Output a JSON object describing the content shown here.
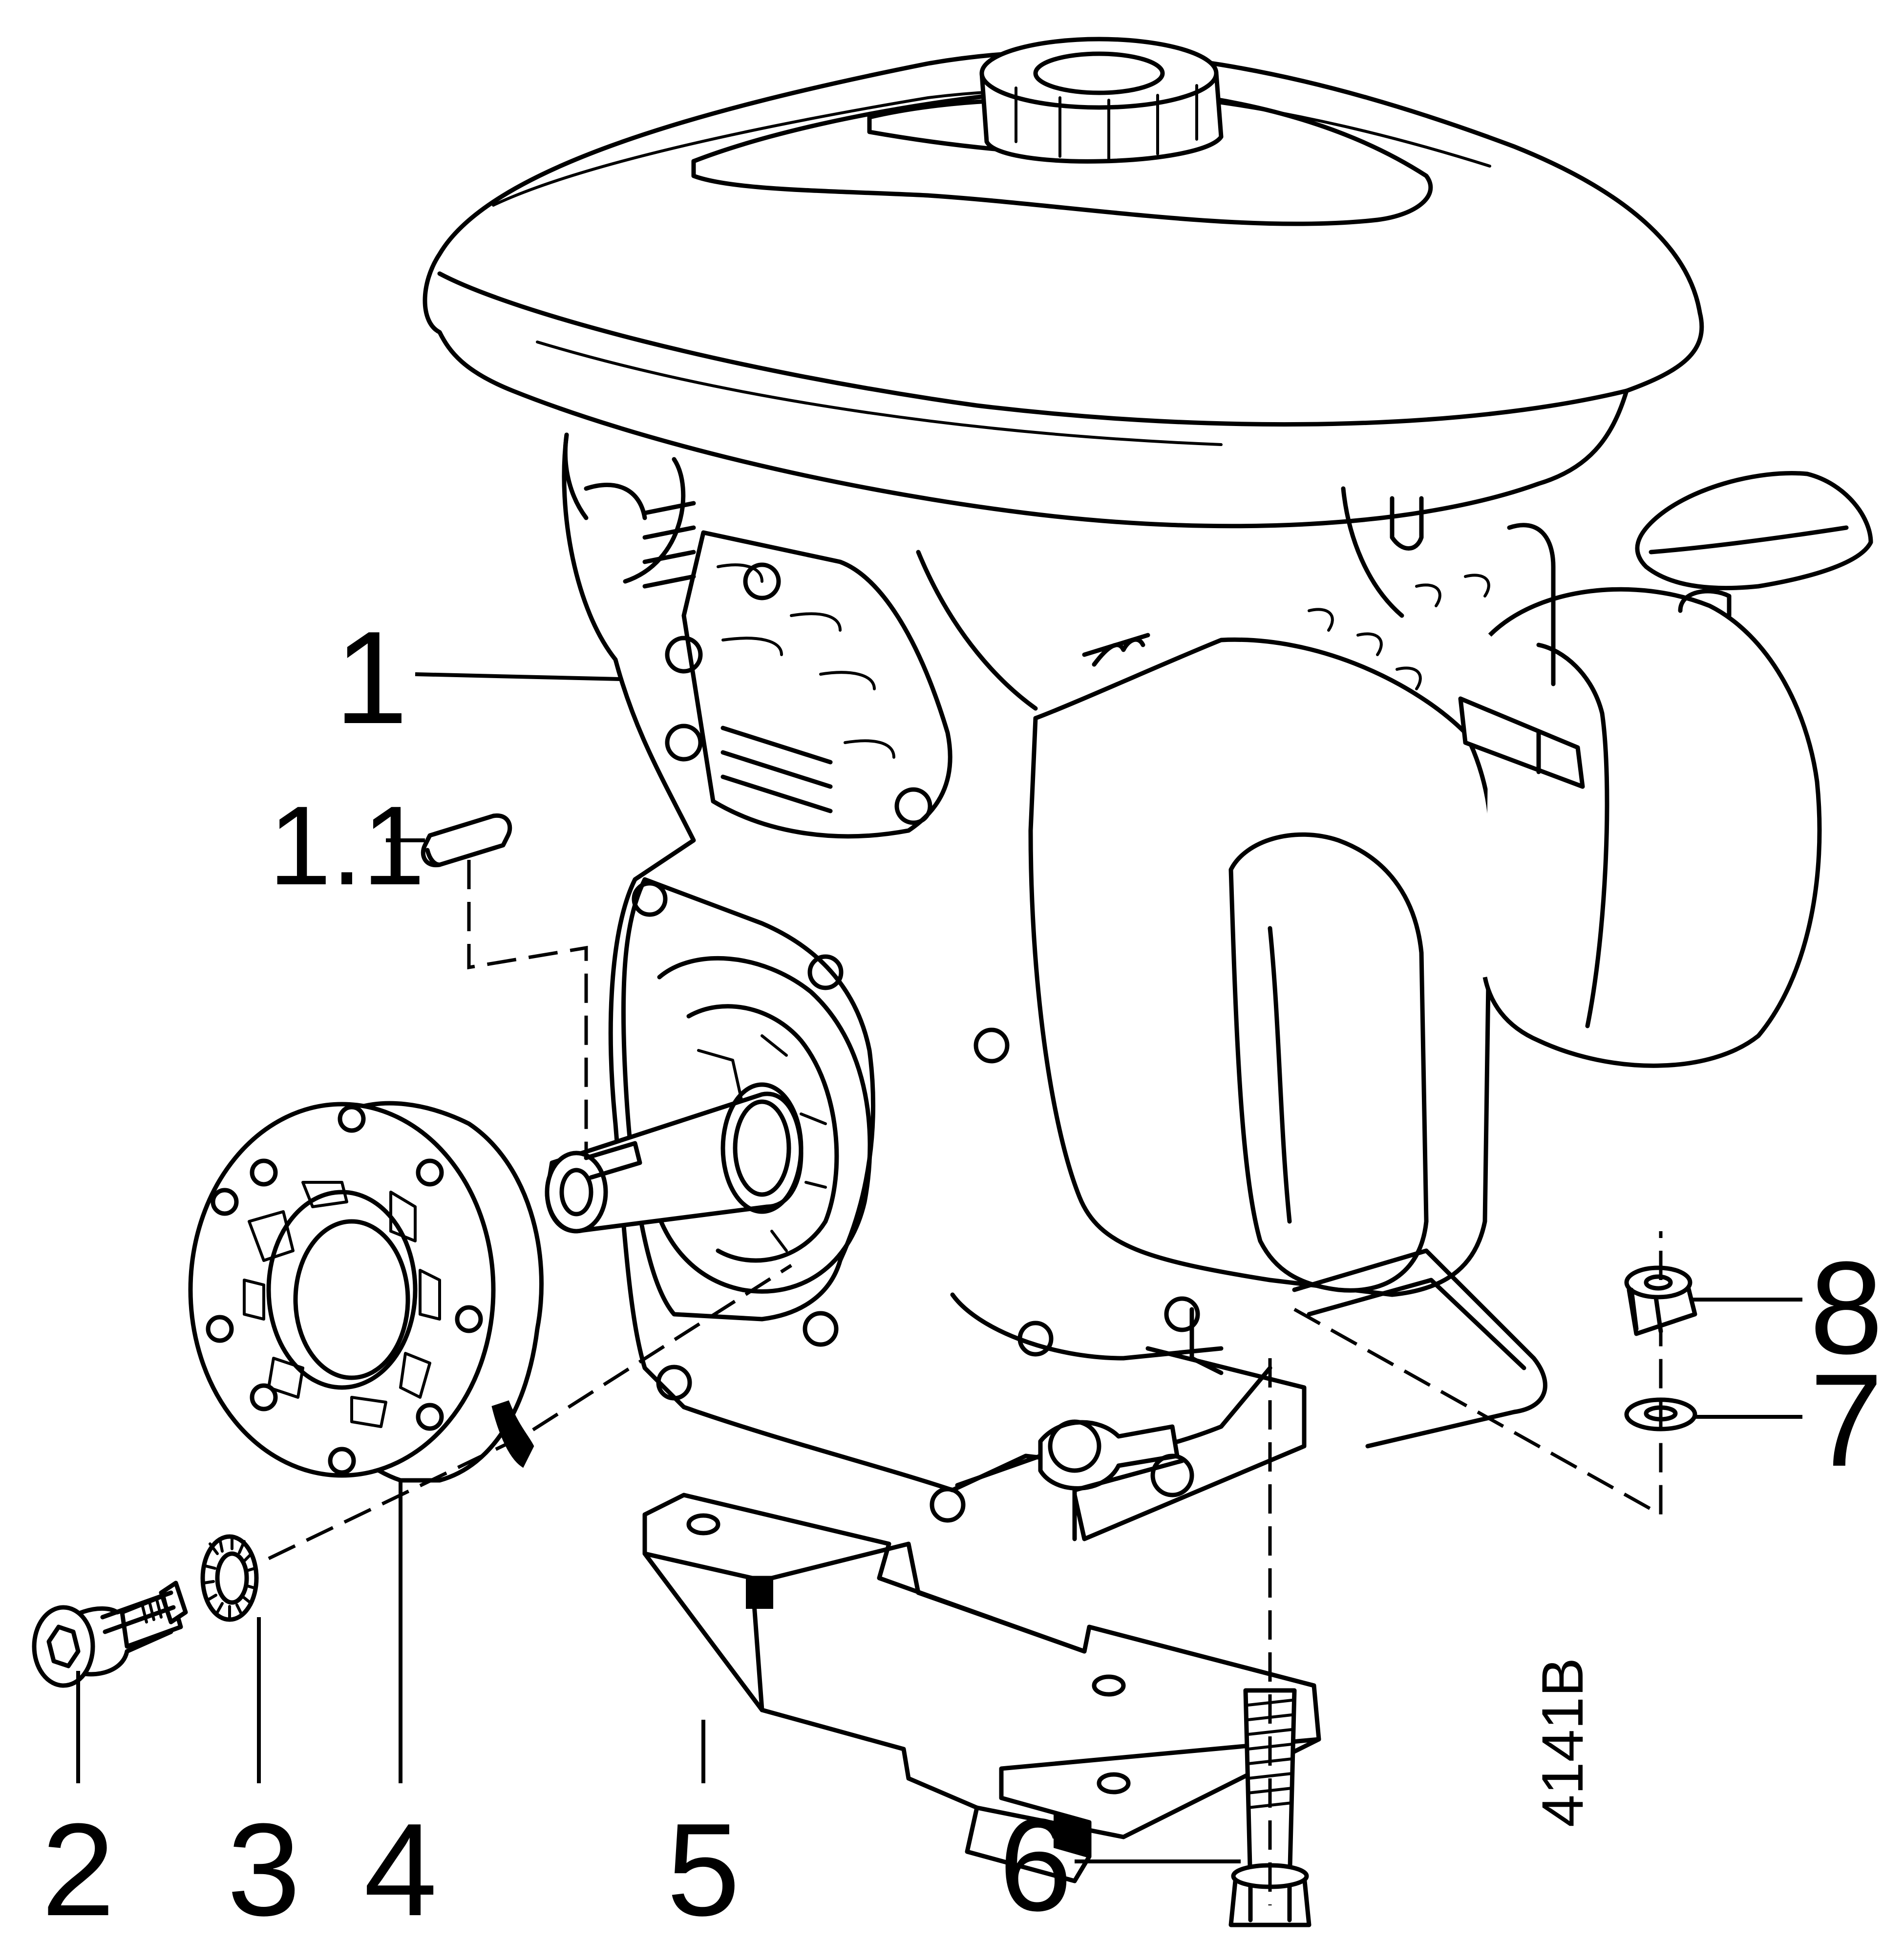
{
  "callouts": [
    {
      "id": "1",
      "label": "1"
    },
    {
      "id": "1.1",
      "label": "1.1"
    },
    {
      "id": "2",
      "label": "2"
    },
    {
      "id": "3",
      "label": "3"
    },
    {
      "id": "4",
      "label": "4"
    },
    {
      "id": "5",
      "label": "5"
    },
    {
      "id": "6",
      "label": "6"
    },
    {
      "id": "7",
      "label": "7"
    },
    {
      "id": "8",
      "label": "8"
    }
  ],
  "drawing_number": "4141B"
}
